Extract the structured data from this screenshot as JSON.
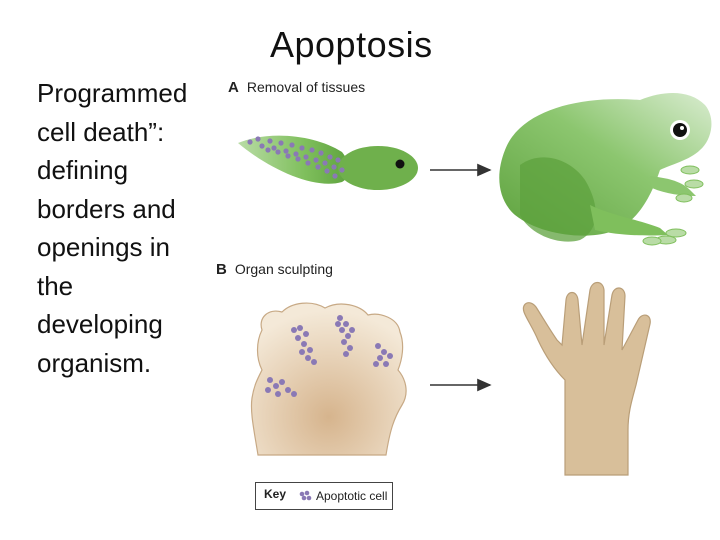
{
  "slide": {
    "title": "Apoptosis",
    "body_lines": [
      "Programmed",
      "cell death”:",
      "defining",
      "borders and",
      "openings in",
      "the",
      "developing",
      "organism."
    ]
  },
  "figure": {
    "panel_a": {
      "letter": "A",
      "label": "Removal of tissues"
    },
    "panel_b": {
      "letter": "B",
      "label": "Organ sculpting"
    },
    "key": {
      "title": "Key",
      "item_label": "Apoptotic cell"
    },
    "colors": {
      "apoptotic": "#8a79b5",
      "frog_green": "#6fb04c",
      "frog_light": "#b9dca6",
      "skin": "#d8bf9a",
      "arrow": "#333333"
    }
  }
}
